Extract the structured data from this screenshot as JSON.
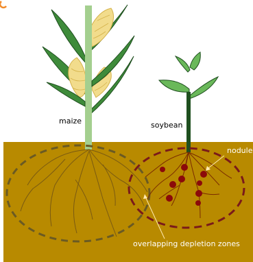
{
  "plants": {
    "maize_label": "maize",
    "soybean_label": "soybean"
  },
  "annotations": {
    "nodule_label": "nodule",
    "zones_label": "overlapping depletion zones"
  },
  "colors": {
    "background": "#ffffff",
    "soil": "#b88a00",
    "maize_stem": "#a4cf8f",
    "leaf_fill": "#3e8b3a",
    "leaf_edge": "#1f4f1f",
    "cob_fill": "#f2dc8c",
    "cob_edge": "#d4b24a",
    "soy_stem": "#1f4f1f",
    "soy_leaf_fill": "#6ab85a",
    "maize_root": "#7a5a12",
    "maize_zone": "#6a5a23",
    "soy_root": "#7a2b00",
    "soy_zone": "#7a1a1a",
    "nodule": "#8b0a0a",
    "annotation_text": "#ffffff",
    "annotation_line": "#ffe9b0",
    "corner_mark": "#f28c2b"
  },
  "icons": {
    "corner_mark": "partial-ring-icon"
  }
}
